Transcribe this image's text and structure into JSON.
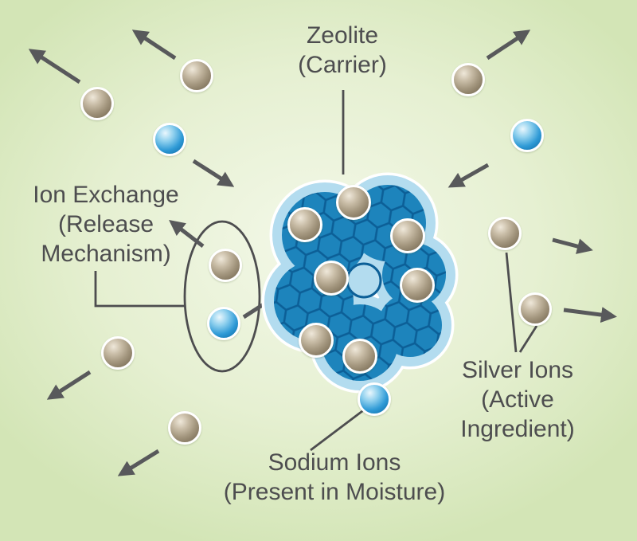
{
  "diagram": {
    "zeolite_label": {
      "line1": "Zeolite",
      "line2": "(Carrier)"
    },
    "ion_exchange_label": {
      "line1": "Ion Exchange",
      "line2": "(Release",
      "line3": "Mechanism)"
    },
    "silver_label": {
      "line1": "Silver Ions",
      "line2": "(Active",
      "line3": "Ingredient)"
    },
    "sodium_label": {
      "line1": "Sodium Ions",
      "line2": "(Present in Moisture)"
    }
  },
  "ions": {
    "silver_visible_count": 15,
    "sodium_visible_count": 4
  },
  "colors": {
    "background_center": "#f3f8e8",
    "background_edge": "#d3e5b6",
    "text": "#4d4d4f",
    "arrow": "#58595b",
    "silver_ion": "#a4977f",
    "sodium_ion": "#2f9ad6",
    "zeolite_core": "#1d84bc",
    "zeolite_halo": "#b3dcef",
    "zeolite_edge": "#0c5f97"
  }
}
